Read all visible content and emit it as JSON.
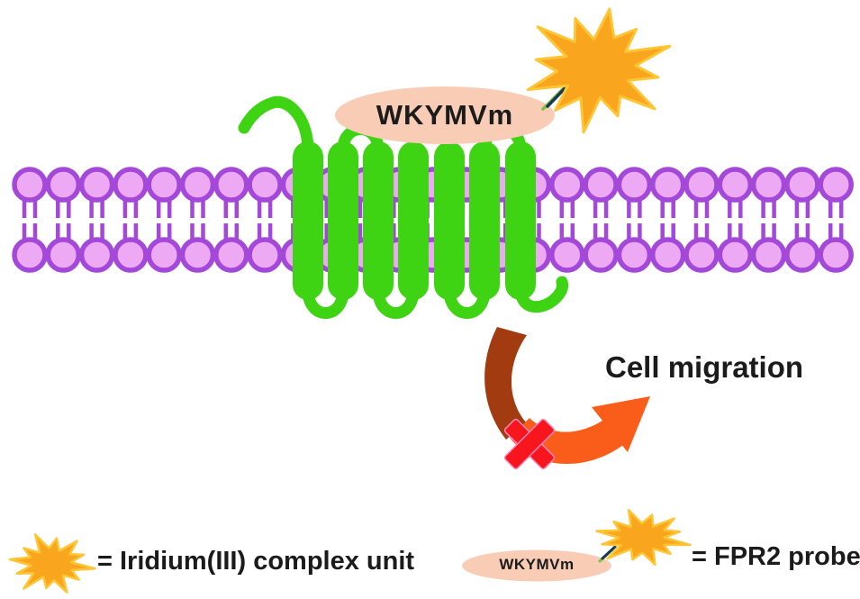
{
  "figure": {
    "peptide_label": "WKYMVm",
    "cell_migration_label": "Cell migration",
    "legend": {
      "iridium_text": "= Iridium(III) complex unit",
      "fpr2_text": "= FPR2 probe",
      "fpr2_peptide_label": "WKYMVm"
    },
    "colors": {
      "membrane_head_fill": "#EDA9F4",
      "membrane_stroke": "#A348D9",
      "helix_green": "#3FD413",
      "oval_peach": "#F9CDB5",
      "star_fill": "#F9A61E",
      "star_stroke": "#FFC535",
      "arrow_brown": "#A23C10",
      "arrow_orange": "#F95D19",
      "x_red": "#F7151E",
      "x_halo": "#FF87B8",
      "connector_dark": "#173B52",
      "connector_green": "#7CC242",
      "text_black": "#1B1B1B"
    }
  }
}
